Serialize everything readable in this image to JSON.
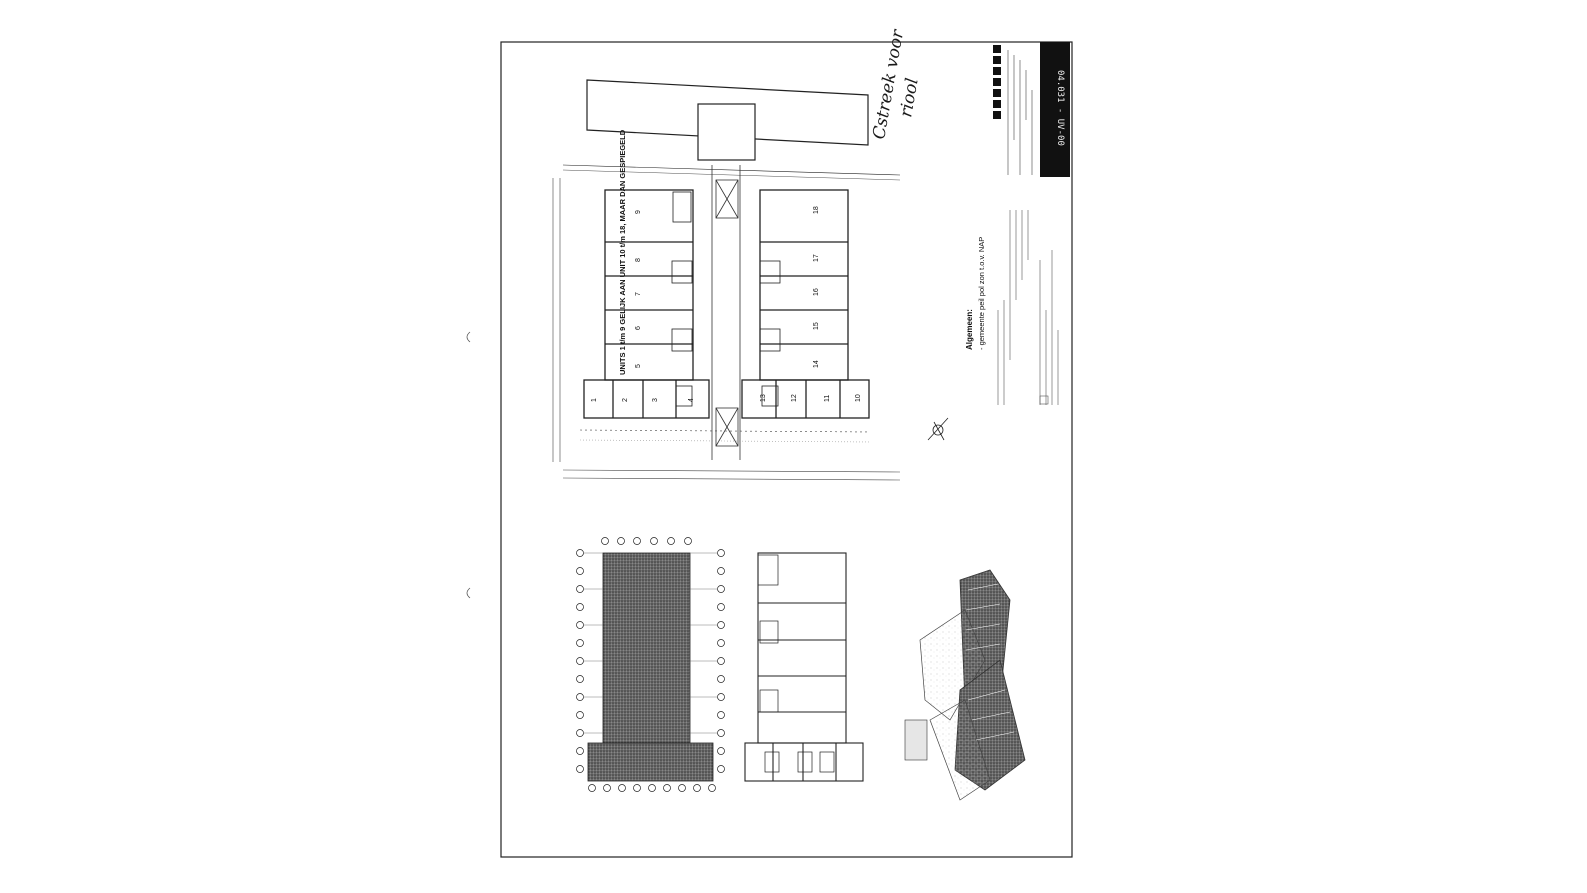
{
  "sheet": {
    "handwritten_note_line1": "Cstreek voor",
    "handwritten_note_line2": "riool",
    "site_plan_note": "UNITS 1 t/m 9 GELIJK AAN UNIT 10 t/m 18, MAAR DAN GESPIEGELD",
    "general_heading": "Algemeen:",
    "general_note": "- gemeente peil pol zon t.o.v. NAP",
    "title_block_number": "04.031 - UV-00",
    "units_left_front": [
      "1",
      "2",
      "3",
      "4"
    ],
    "units_left_back": [
      "5",
      "6",
      "7",
      "8",
      "9"
    ],
    "units_right_front": [
      "13",
      "12",
      "11",
      "10"
    ],
    "units_right_back": [
      "14",
      "15",
      "16",
      "17",
      "18"
    ]
  }
}
